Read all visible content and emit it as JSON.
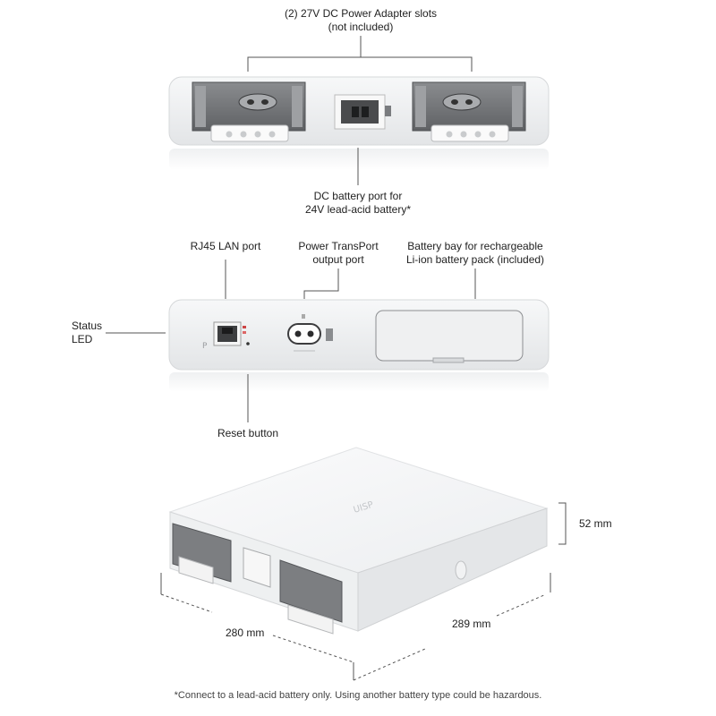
{
  "callouts": {
    "adapter_slots_line1": "(2) 27V DC Power Adapter slots",
    "adapter_slots_line2": "(not included)",
    "dc_battery_port_line1": "DC battery port for",
    "dc_battery_port_line2": "24V lead-acid battery*",
    "rj45_lan_port": "RJ45 LAN port",
    "transport_line1": "Power TransPort",
    "transport_line2": "output port",
    "battery_bay_line1": "Battery bay for rechargeable",
    "battery_bay_line2": "Li-ion battery pack (included)",
    "status_led_line1": "Status",
    "status_led_line2": "LED",
    "reset_button": "Reset button"
  },
  "dimensions": {
    "height": "52 mm",
    "width": "280 mm",
    "depth": "289 mm"
  },
  "device": {
    "brand_logo": "UISP",
    "power_symbol_label": "P"
  },
  "footnote": "*Connect to a lead-acid battery only. Using another battery type could be hazardous.",
  "colors": {
    "body": "#f1f2f3",
    "slot_dark": "#6a6c6f",
    "line": "#555555"
  }
}
